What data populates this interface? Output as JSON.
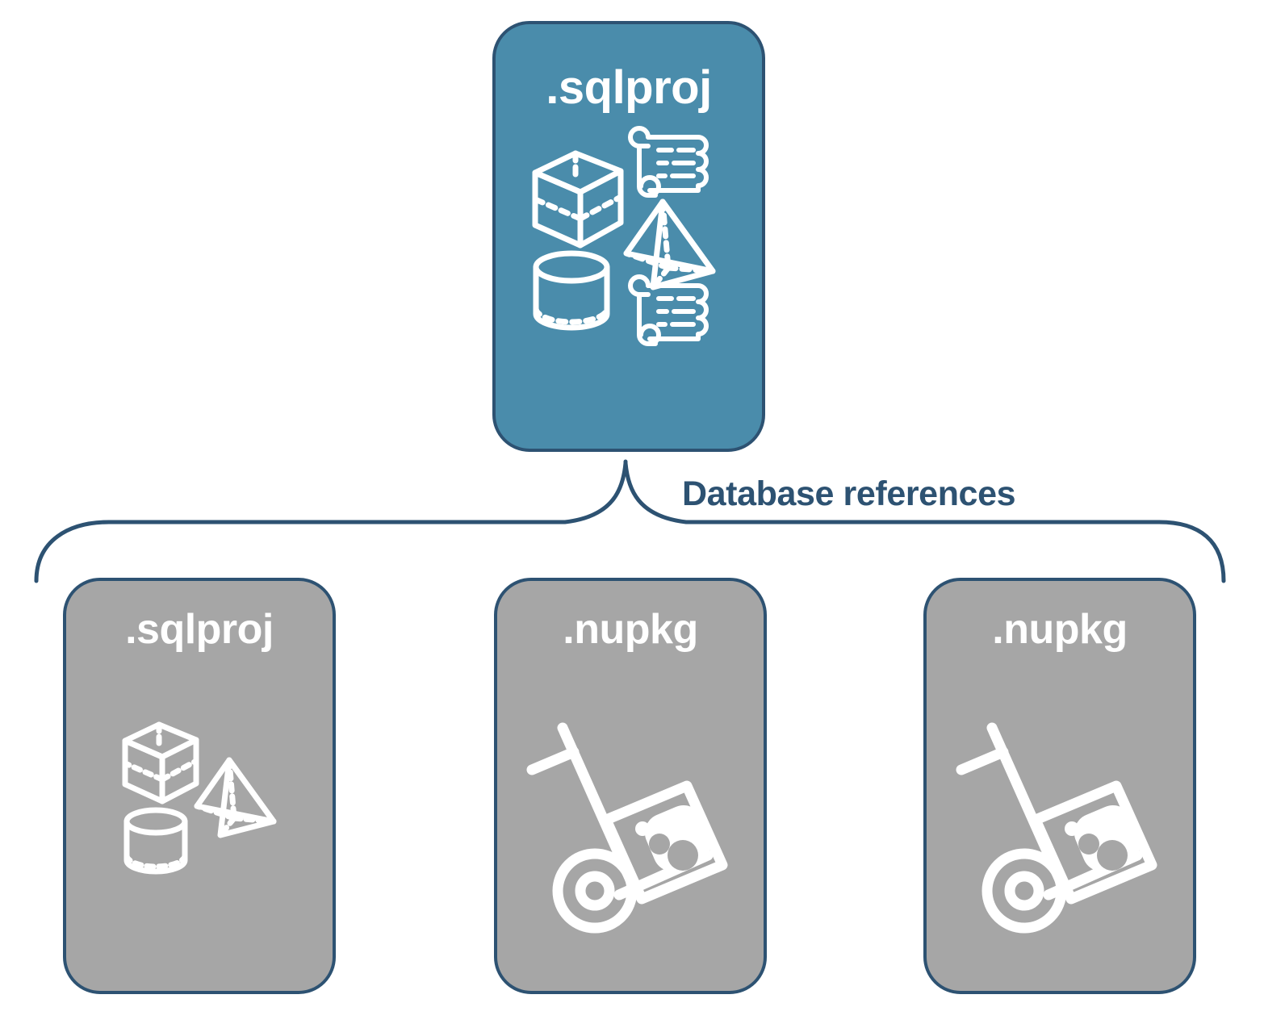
{
  "diagram": {
    "title": "SQL project database references diagram",
    "colors": {
      "primary_fill": "#4a8cab",
      "reference_fill": "#a6a6a6",
      "stroke": "#2d5272",
      "label_text": "#2d5272",
      "card_text": "#ffffff",
      "background": "#ffffff"
    },
    "primary": {
      "label": ".sqlproj",
      "icon_names": [
        "cube-icon",
        "script-scroll-icon",
        "pyramid-icon",
        "cylinder-icon",
        "script-scroll-icon"
      ]
    },
    "connector": {
      "label": "Database references",
      "style": "curly-brace"
    },
    "references": [
      {
        "label": ".sqlproj",
        "art": "shapes",
        "icon_names": [
          "cube-icon",
          "pyramid-icon",
          "cylinder-icon"
        ]
      },
      {
        "label": ".nupkg",
        "art": "package",
        "icon_names": [
          "hand-truck-package-icon"
        ]
      },
      {
        "label": ".nupkg",
        "art": "package",
        "icon_names": [
          "hand-truck-package-icon"
        ]
      }
    ]
  }
}
